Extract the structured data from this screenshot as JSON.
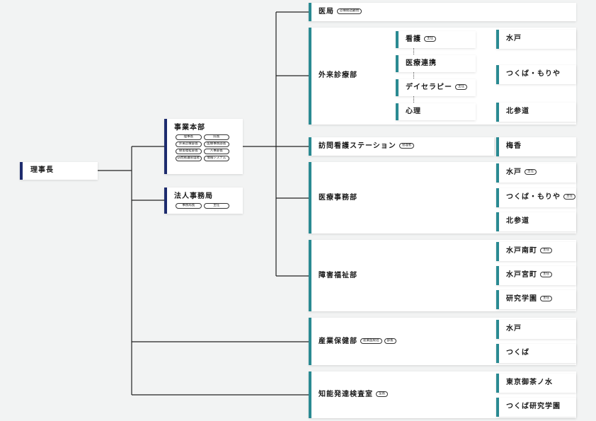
{
  "root": {
    "label": "理事長"
  },
  "jigyo": {
    "label": "事業本部",
    "chips": [
      "理事長",
      "院長",
      "外来診療部長",
      "医療事務部長",
      "障害福祉部長",
      "人事部長",
      "訪問看護管理者",
      "情報システム"
    ]
  },
  "hojin": {
    "label": "法人事務局",
    "chips": [
      "事務局長",
      "主任"
    ]
  },
  "ikyoku": {
    "label": "医局",
    "tag": "診療統括顧問"
  },
  "gairai": {
    "label": "外来診療部",
    "subs": [
      {
        "label": "看護",
        "tag": "主任"
      },
      {
        "label": "医療連携",
        "tag": ""
      },
      {
        "label": "デイセラピー",
        "tag": "主任"
      },
      {
        "label": "心理",
        "tag": ""
      }
    ],
    "locs": [
      "水戸",
      "つくば・もりや",
      "北参道"
    ]
  },
  "houmon": {
    "label": "訪問看護ステーション",
    "tag": "管理者",
    "locs": [
      "梅香"
    ]
  },
  "iryo": {
    "label": "医療事務部",
    "locs": [
      {
        "label": "水戸",
        "tag": "主任"
      },
      {
        "label": "つくば・もりや",
        "tag": "主任"
      },
      {
        "label": "北参道",
        "tag": ""
      }
    ]
  },
  "shogai": {
    "label": "障害福祉部",
    "locs": [
      {
        "label": "水戸南町",
        "tag": "主任"
      },
      {
        "label": "水戸宮町",
        "tag": "主任"
      },
      {
        "label": "研究学園",
        "tag": "主任"
      }
    ]
  },
  "sangyo": {
    "label": "産業保健部",
    "tags": [
      "産業医統括",
      "部長"
    ],
    "locs": [
      "水戸",
      "つくば"
    ]
  },
  "chino": {
    "label": "知能発達検査室",
    "tag": "室長",
    "locs": [
      "東京御茶ノ水",
      "つくば研究学園"
    ]
  }
}
